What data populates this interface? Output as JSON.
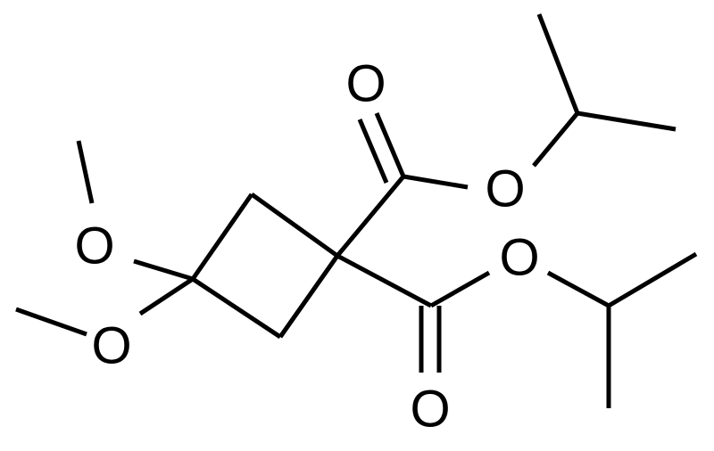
{
  "atoms": {
    "o_methoxy_upper": "O",
    "o_methoxy_lower": "O",
    "o_carbonyl_upper": "O",
    "o_ester_upper": "O",
    "o_ester_lower": "O",
    "o_carbonyl_lower": "O"
  },
  "colors": {
    "bond": "#000000",
    "label": "#000000",
    "background": "#ffffff"
  }
}
